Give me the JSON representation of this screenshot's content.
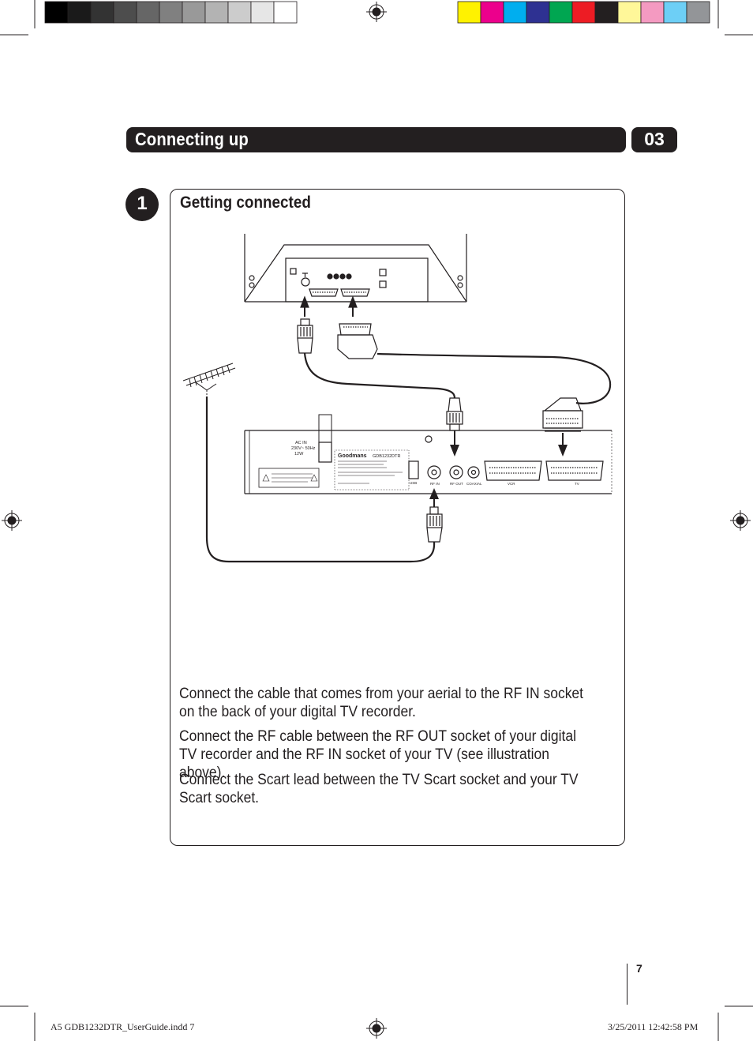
{
  "header": {
    "title": "Connecting up",
    "chapter_number": "03"
  },
  "step": {
    "number": "1",
    "title": "Getting connected"
  },
  "diagram": {
    "recorder_labels": {
      "ac_in": "AC IN",
      "voltage": "230V~  50Hz",
      "watts": "12W",
      "brand": "Goodmans",
      "model": "GDB1232DTR",
      "usb": "USB",
      "rf_in": "RF IN",
      "rf_out": "RF OUT",
      "coaxial": "COAXIAL",
      "vcr": "VCR",
      "tv": "TV"
    }
  },
  "instructions": [
    "Connect the cable that comes from your aerial to the RF IN socket on the back of your digital TV recorder.",
    "Connect the RF cable between the RF OUT socket of your digital TV recorder and the RF IN socket of your TV (see illustration above).",
    "Connect the Scart lead between the TV Scart socket and your TV Scart socket."
  ],
  "page_number": "7",
  "footer": {
    "file": "A5 GDB1232DTR_UserGuide.indd   7",
    "timestamp": "3/25/2011   12:42:58 PM"
  },
  "colors": {
    "ink": "#231f20",
    "color_bar": [
      "#fff200",
      "#ec008c",
      "#00aeef",
      "#2e3192",
      "#00a651",
      "#ed1c24",
      "#231f20",
      "#fff799",
      "#f49ac1",
      "#6dcff6",
      "#939598"
    ]
  }
}
